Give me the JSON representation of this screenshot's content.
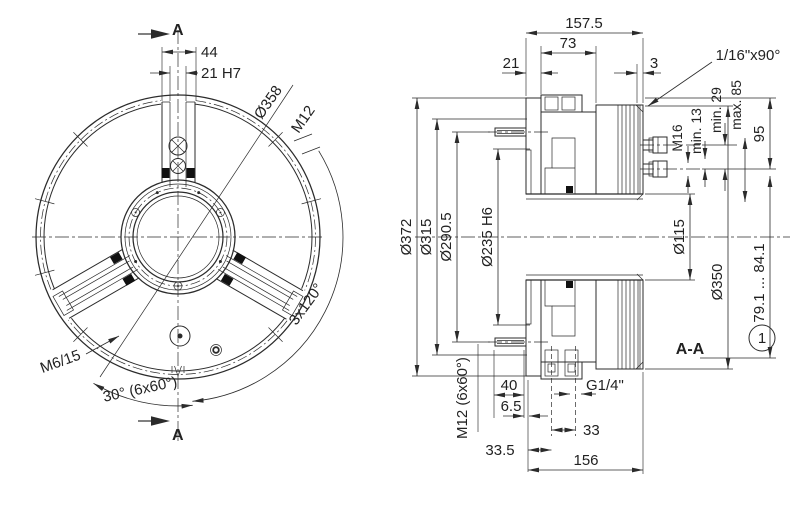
{
  "front_view": {
    "section_arrow_top": "A",
    "section_arrow_bottom": "A",
    "dim_44": "44",
    "dim_21h7": "21 H7",
    "dia_358": "Ø358",
    "thread_m12": "M12",
    "pattern_3x120": "3x120°",
    "thread_m6_15": "M6/15",
    "angle_30": "30° (6x60°)"
  },
  "section_view": {
    "title": "A-A",
    "balloon_1": "1",
    "dim_157_5": "157.5",
    "dim_73": "73",
    "dim_21": "21",
    "dim_3": "3",
    "chamfer": "1/16\"x90°",
    "thread_m16": "M16",
    "min_13": "min. 13",
    "min_29": "min. 29",
    "max_85": "max. 85",
    "dim_95": "95",
    "dia_372": "Ø372",
    "dia_315": "Ø315",
    "dia_290_5": "Ø290.5",
    "dia_235": "Ø235 H6",
    "dia_115": "Ø115",
    "dia_350": "Ø350",
    "range_79_84": "79.1 ... 84.1",
    "dim_40": "40",
    "dim_6_5": "6.5",
    "thread_m12_6x60": "M12 (6x60°)",
    "port_g14": "G1/4\"",
    "dim_33": "33",
    "dim_33_5": "33.5",
    "dim_156": "156"
  },
  "colors": {
    "line": "#2b2b2b",
    "background": "#ffffff"
  }
}
